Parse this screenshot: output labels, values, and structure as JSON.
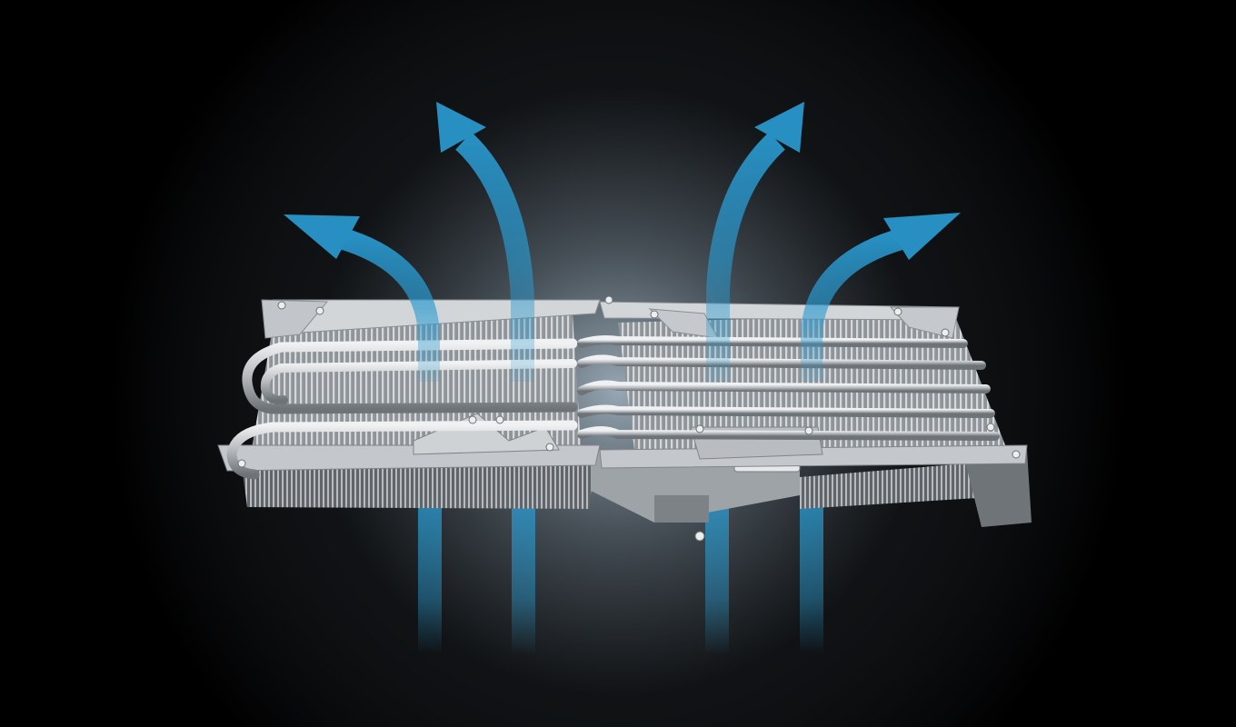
{
  "scene": {
    "subject": "heatsink-airflow-render",
    "background_color": "#000000",
    "glow_color": "#9fb0bd",
    "metal_color": "#c9ccd0",
    "metal_shadow_color": "#6c7176",
    "fin_color": "#a9adb2",
    "heatpipe_color": "#d7d9dc",
    "airflow_color": "#2a9ad0",
    "airflow_count": 4,
    "heatpipe_count": 6
  }
}
